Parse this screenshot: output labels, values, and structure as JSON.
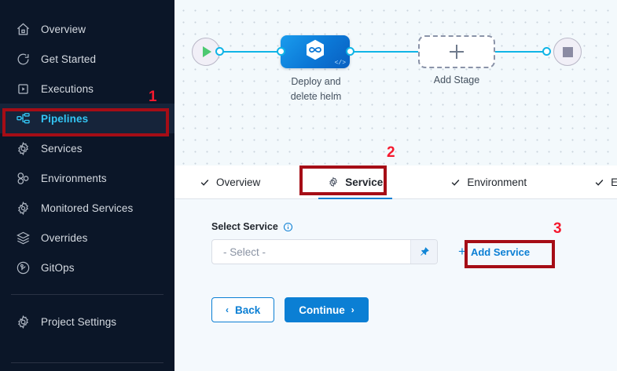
{
  "sidebar": {
    "items": [
      {
        "label": "Overview",
        "icon": "home-icon",
        "active": false
      },
      {
        "label": "Get Started",
        "icon": "rocket-start-icon",
        "active": false
      },
      {
        "label": "Executions",
        "icon": "executions-play-icon",
        "active": false
      },
      {
        "label": "Pipelines",
        "icon": "pipelines-icon",
        "active": true
      },
      {
        "label": "Services",
        "icon": "gear-icon",
        "active": false
      },
      {
        "label": "Environments",
        "icon": "environments-nodes-icon",
        "active": false
      },
      {
        "label": "Monitored Services",
        "icon": "monitored-gear-icon",
        "active": false
      },
      {
        "label": "Overrides",
        "icon": "layers-icon",
        "active": false
      },
      {
        "label": "GitOps",
        "icon": "gitops-icon",
        "active": false
      }
    ],
    "footer": {
      "label": "Project Settings",
      "icon": "gear-icon"
    }
  },
  "canvas": {
    "start_node": "play-start-icon",
    "end_node": "stop-end-icon",
    "stage": {
      "label": "Deploy and\ndelete helm",
      "line1": "Deploy and",
      "line2": "delete helm",
      "icon": "harness-hexagon-icon",
      "badge": "</>"
    },
    "add_stage": {
      "label": "Add Stage",
      "icon": "plus-icon"
    }
  },
  "tabs": [
    {
      "label": "Overview",
      "icon": "check-icon",
      "active": false
    },
    {
      "label": "Service",
      "icon": "gear-icon",
      "active": true
    },
    {
      "label": "Environment",
      "icon": "check-icon",
      "active": false
    },
    {
      "label": "Execution",
      "icon": "check-icon",
      "active": false
    }
  ],
  "form": {
    "select_service_label": "Select Service",
    "info_icon": "info-icon",
    "select_value": "- Select -",
    "pin_icon": "pin-icon",
    "add_service_label": "Add Service",
    "add_service_plus": "+",
    "back_label": "Back",
    "back_chevron": "‹",
    "continue_label": "Continue",
    "continue_chevron": "›"
  },
  "annotations": [
    {
      "number": "1",
      "target": "sidebar-item-pipelines"
    },
    {
      "number": "2",
      "target": "tab-service"
    },
    {
      "number": "3",
      "target": "add-service-link"
    }
  ],
  "colors": {
    "sidebar_bg": "#0b1628",
    "sidebar_active_bg": "#16243a",
    "sidebar_active_text": "#33c5f3",
    "accent_blue": "#0b7fd4",
    "connector_cyan": "#0fb4e6",
    "annotation_red": "#a50d16",
    "annotation_number_red": "#f5192e",
    "canvas_bg": "#f3f9fc",
    "form_bg": "#f4f9fd"
  }
}
